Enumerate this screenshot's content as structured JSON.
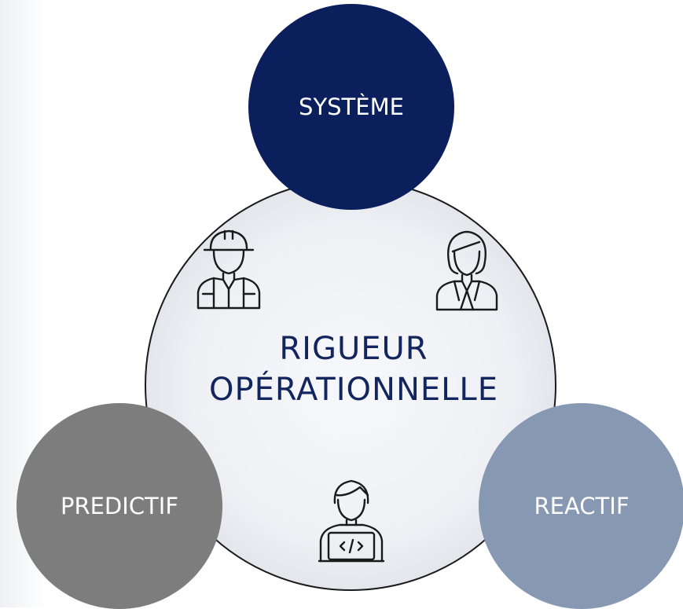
{
  "diagram": {
    "center": {
      "line1": "RIGUEUR",
      "line2": "OPÉRATIONNELLE"
    },
    "nodes": {
      "top": "SYSTÈME",
      "left": "PREDICTIF",
      "right": "REACTIF"
    },
    "icons": [
      "worker-hardhat-icon",
      "businesswoman-icon",
      "developer-laptop-icon"
    ],
    "colors": {
      "top_node": "#0a1f5c",
      "left_node": "#7d7d7d",
      "right_node": "#8798b3",
      "center_text": "#13255f"
    }
  }
}
